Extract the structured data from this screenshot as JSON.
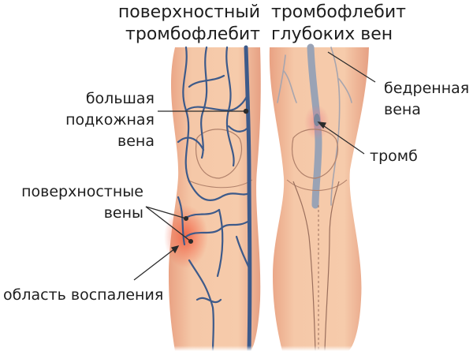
{
  "titles": {
    "left_line1": "поверхностный",
    "left_line2": "тромбофлебит",
    "right_line1": "тромбофлебит",
    "right_line2": "глубоких вен"
  },
  "labels": {
    "great_saphenous_l1": "большая",
    "great_saphenous_l2": "подкожная",
    "great_saphenous_l3": "вена",
    "superficial_veins_l1": "поверхностные",
    "superficial_veins_l2": "вены",
    "inflammation_area": "область воспаления",
    "femoral_vein_l1": "бедренная",
    "femoral_vein_l2": "вена",
    "thrombus": "тромб"
  },
  "colors": {
    "skin": "#f3c3a2",
    "skin_shade": "#e9a886",
    "vein_superficial": "#3d5a8a",
    "vein_deep": "#9aa3b5",
    "inflammation": "#f06a4a",
    "outline": "#b07a66",
    "text": "#1e1e1e"
  }
}
